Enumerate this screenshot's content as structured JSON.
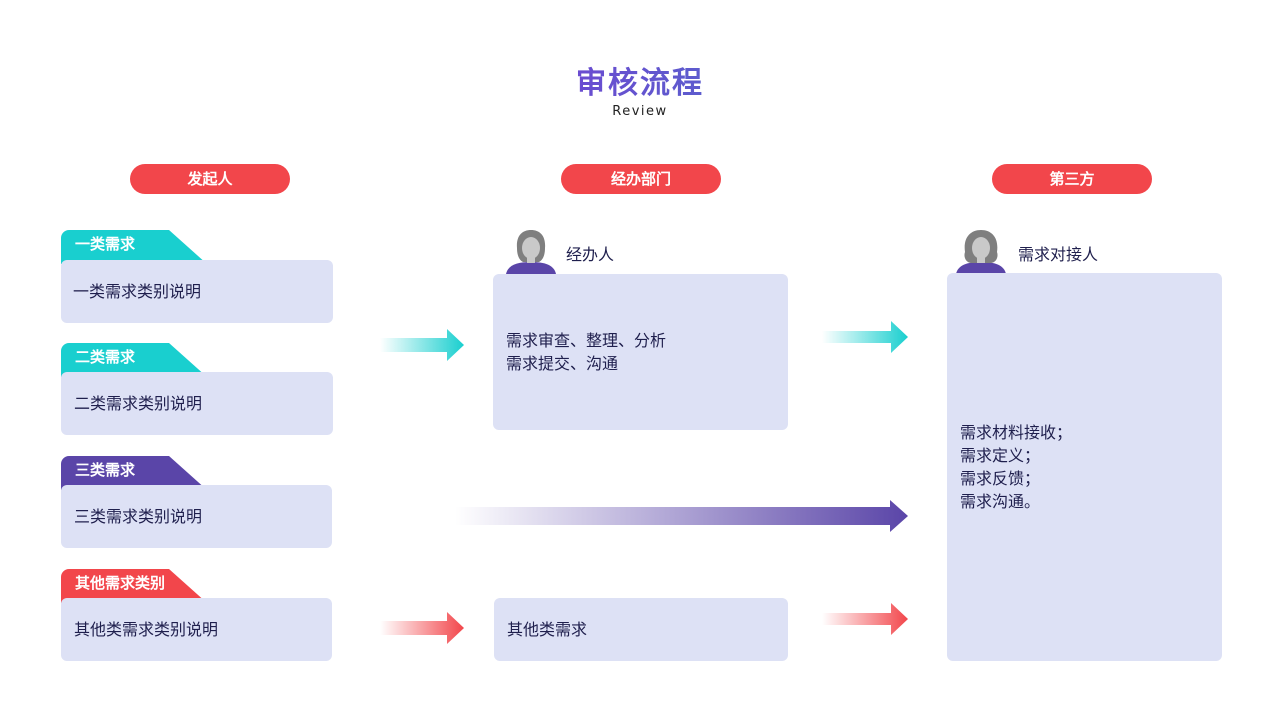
{
  "header": {
    "title": "审核流程",
    "subtitle": "Review"
  },
  "columns": {
    "initiator": "发起人",
    "department": "经办部门",
    "third_party": "第三方"
  },
  "categories": [
    {
      "tab": "一类需求",
      "desc": "一类需求类别说明",
      "color": "#19cfcf"
    },
    {
      "tab": "二类需求",
      "desc": "二类需求类别说明",
      "color": "#19cfcf"
    },
    {
      "tab": "三类需求",
      "desc": "三类需求类别说明",
      "color": "#5a45a8"
    },
    {
      "tab": "其他需求类别",
      "desc": "其他类需求类别说明",
      "color": "#f2464b"
    }
  ],
  "handler": {
    "label": "经办人",
    "lines": [
      "需求审查、整理、分析",
      "需求提交、沟通"
    ],
    "other": "其他类需求"
  },
  "contact": {
    "label": "需求对接人",
    "lines": [
      "需求材料接收；",
      "需求定义；",
      "需求反馈；",
      "需求沟通。"
    ]
  },
  "colors": {
    "pill": "#f2464b",
    "card": "#dde1f5",
    "teal": "#19cfcf",
    "purple": "#5a45a8",
    "red": "#f2464b"
  }
}
